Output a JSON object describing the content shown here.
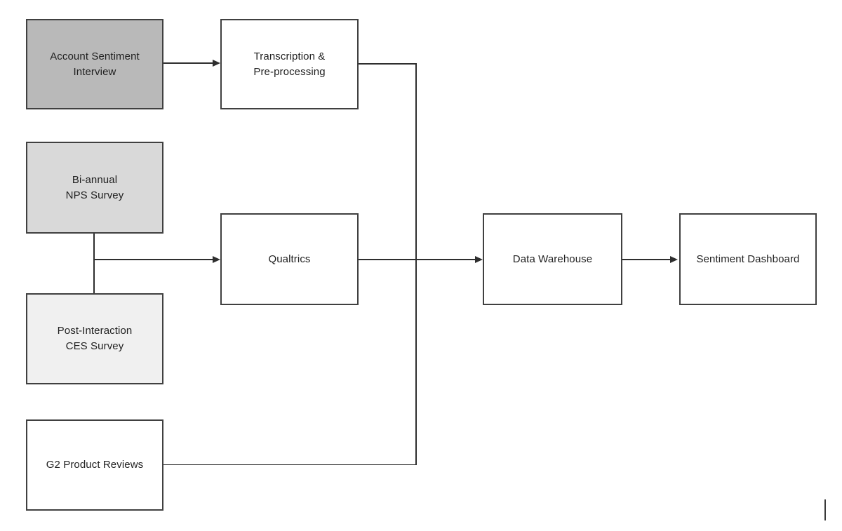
{
  "diagram": {
    "type": "flowchart",
    "background": "#ffffff",
    "border_color": "#404040",
    "line_color": "#2e2e2e",
    "text_color": "#212121",
    "nodes": [
      {
        "id": "account-sentiment-interview",
        "lines": [
          "Account Sentiment",
          "Interview"
        ],
        "fill": "#b9b9b9"
      },
      {
        "id": "bi-annual-nps-survey",
        "lines": [
          "Bi-annual",
          "NPS Survey"
        ],
        "fill": "#d9d9d9"
      },
      {
        "id": "post-interaction-ces-survey",
        "lines": [
          "Post-Interaction",
          "CES Survey"
        ],
        "fill": "#f0f0f0"
      },
      {
        "id": "g2-product-reviews",
        "lines": [
          "G2 Product Reviews"
        ],
        "fill": "#ffffff"
      },
      {
        "id": "transcription-pre-processing",
        "lines": [
          "Transcription &",
          "Pre-processing"
        ],
        "fill": "#ffffff"
      },
      {
        "id": "qualtrics",
        "lines": [
          "Qualtrics"
        ],
        "fill": "#ffffff"
      },
      {
        "id": "data-warehouse",
        "lines": [
          "Data Warehouse"
        ],
        "fill": "#ffffff"
      },
      {
        "id": "sentiment-dashboard",
        "lines": [
          "Sentiment Dashboard"
        ],
        "fill": "#ffffff"
      }
    ],
    "edges": [
      {
        "from": "account-sentiment-interview",
        "to": "transcription-pre-processing",
        "arrow": true
      },
      {
        "from": "bi-annual-nps-survey",
        "to": "qualtrics",
        "arrow": true
      },
      {
        "from": "post-interaction-ces-survey",
        "to": "qualtrics",
        "arrow": true
      },
      {
        "from": "transcription-pre-processing",
        "to": "data-warehouse",
        "arrow": false
      },
      {
        "from": "g2-product-reviews",
        "to": "data-warehouse",
        "arrow": false
      },
      {
        "from": "qualtrics",
        "to": "data-warehouse",
        "arrow": true
      },
      {
        "from": "data-warehouse",
        "to": "sentiment-dashboard",
        "arrow": true
      }
    ]
  }
}
